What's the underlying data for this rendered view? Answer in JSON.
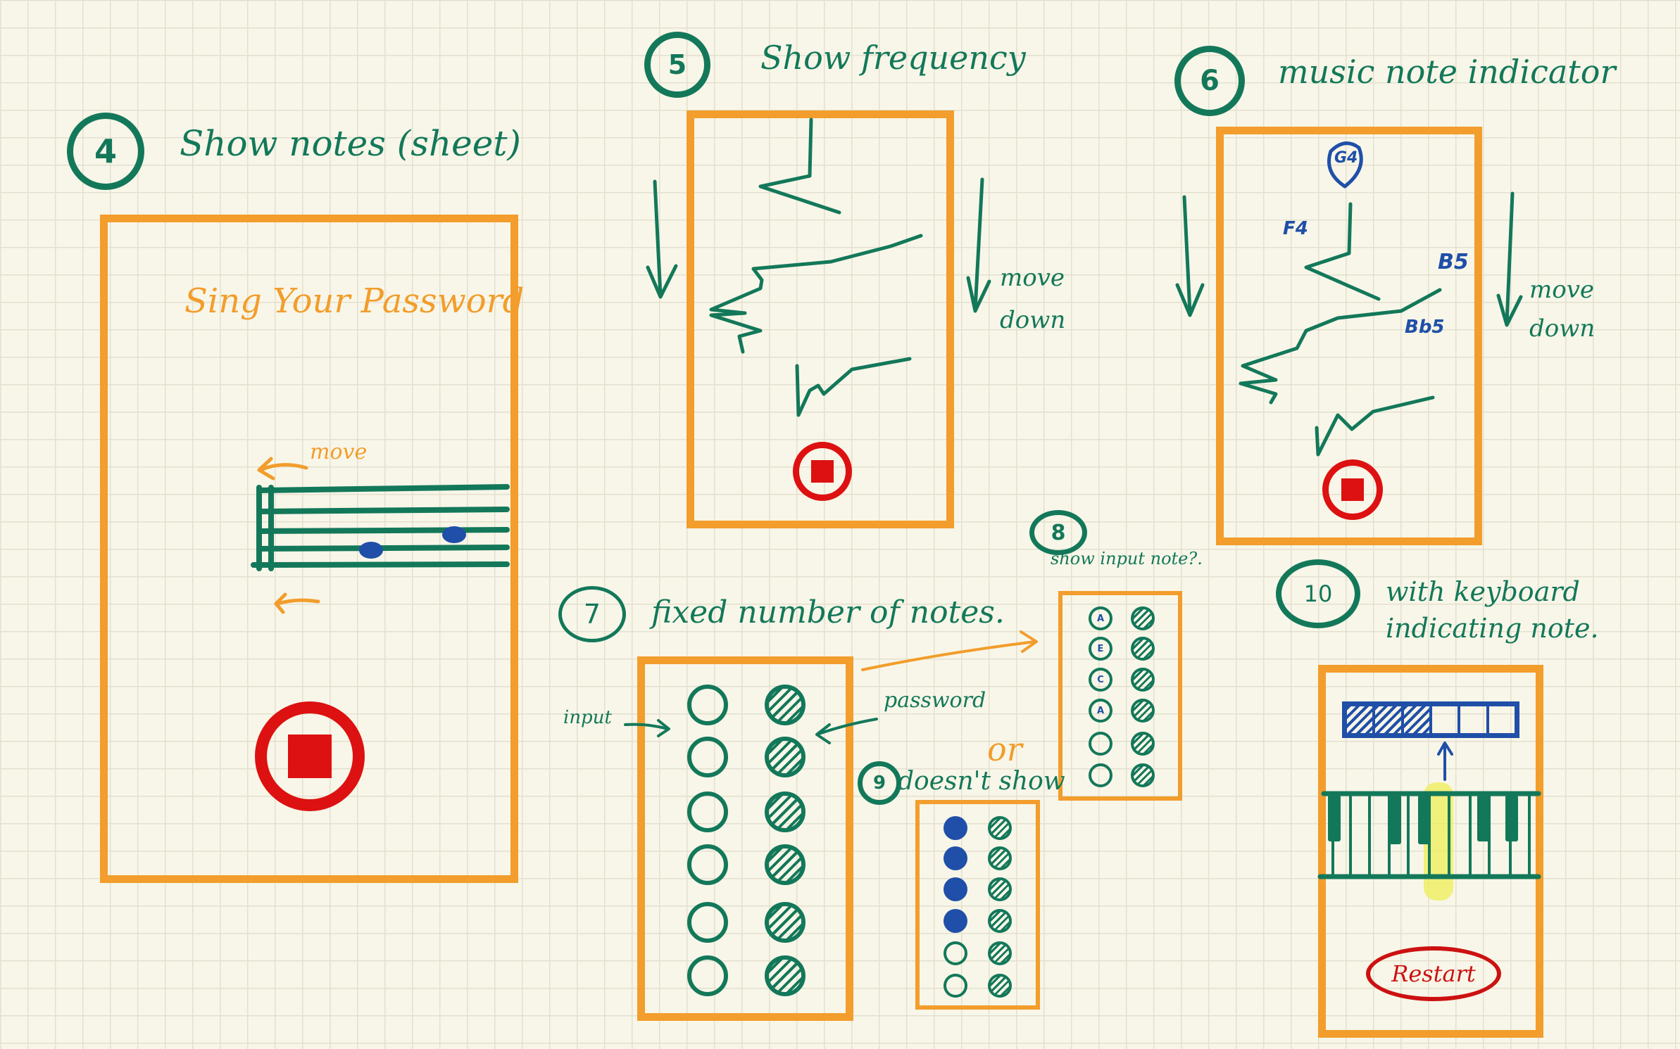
{
  "panels": {
    "p4": {
      "number": "4",
      "title": "Show notes (sheet)",
      "heading": "Sing Your Password",
      "move_label": "move"
    },
    "p5": {
      "number": "5",
      "title": "Show frequency",
      "move_label": "move down"
    },
    "p6": {
      "number": "6",
      "title": "music note indicator",
      "move_label": "move down",
      "notes": {
        "top": "G4",
        "f": "F4",
        "b": "B5",
        "bb": "Bb5"
      }
    },
    "p7": {
      "number": "7",
      "title": "fixed number of notes.",
      "input_label": "input",
      "password_label": "password"
    },
    "p8": {
      "number": "8",
      "title": "show input note?.",
      "letters": [
        "A",
        "E",
        "C",
        "A"
      ]
    },
    "p9": {
      "number": "9",
      "title": "doesn't show",
      "or_label": "or"
    },
    "p10": {
      "number": "10",
      "title": "with keyboard indicating note.",
      "restart_label": "Restart"
    }
  },
  "colors": {
    "frame": "#f29d2c",
    "ink": "#13785a",
    "stop": "#dd1111",
    "note": "#1f4fa8",
    "highlight": "#f0f060"
  },
  "icons": {
    "stop": "stop-square-icon",
    "arrow": "arrow-icon"
  }
}
